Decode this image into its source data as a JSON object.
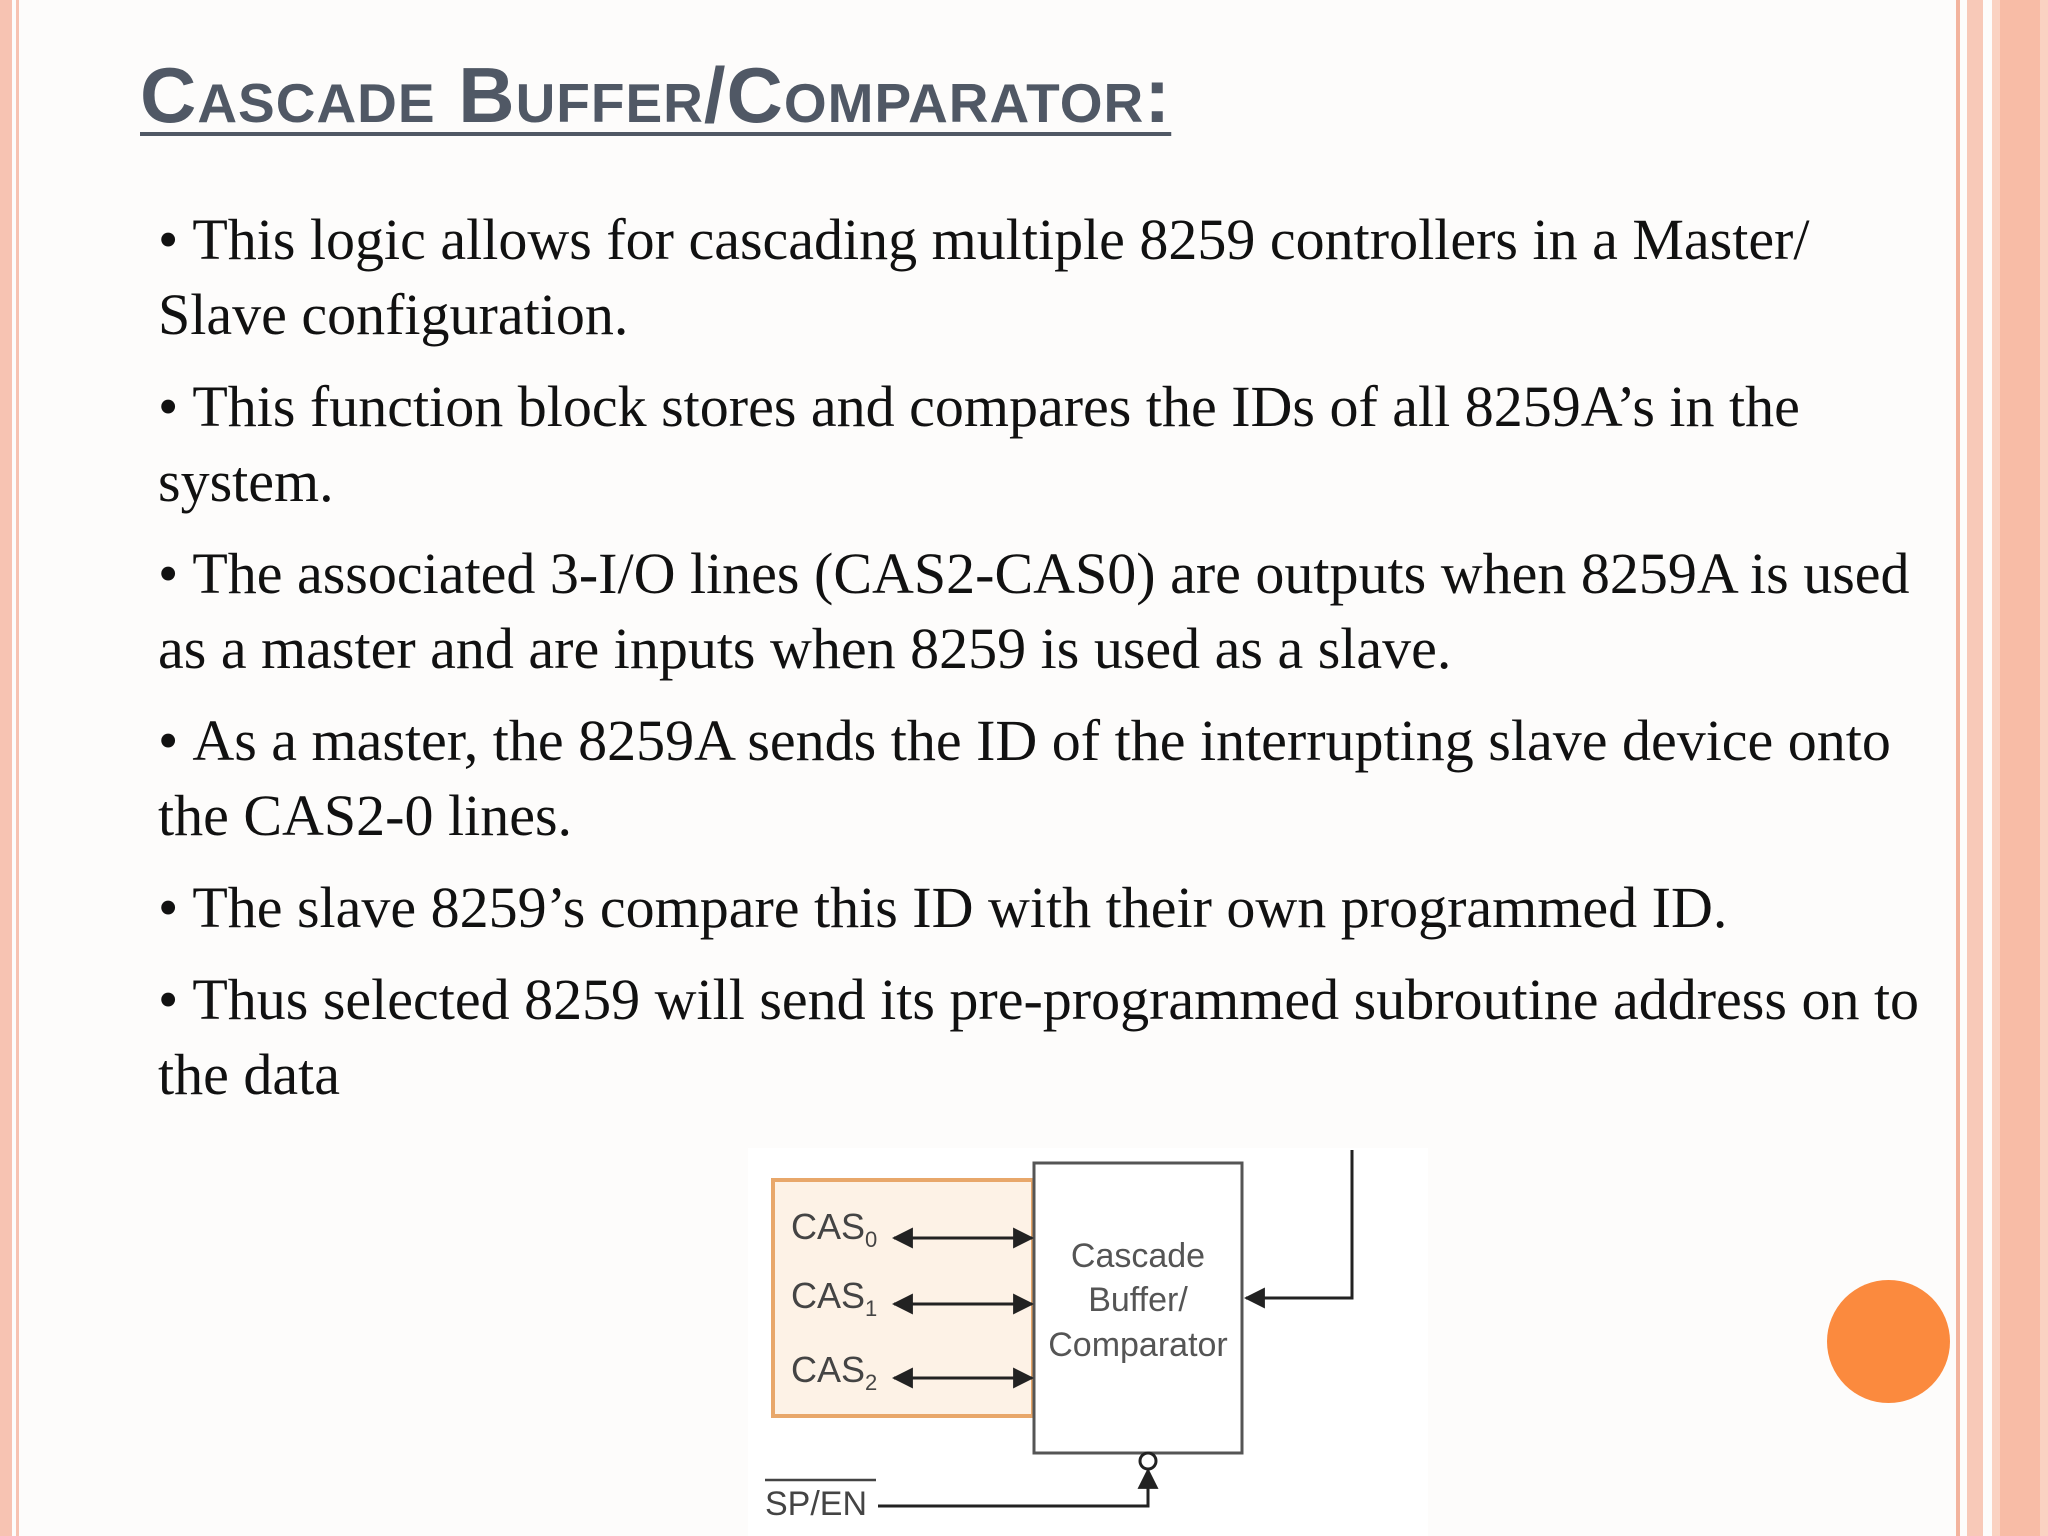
{
  "title": "Cascade Buffer/Comparator:",
  "bullets": [
    "This logic allows for cascading multiple 8259 controllers in a Master/ Slave configuration.",
    "This function block stores and compares the IDs of all 8259A’s in the system.",
    "The associated 3-I/O lines (CAS2-CAS0) are outputs when 8259A is used as a master and are inputs when 8259 is used as a slave.",
    "As a master, the 8259A sends the ID of the interrupting slave device onto the CAS2-0 lines.",
    "The slave 8259’s compare this ID with their own programmed ID.",
    "Thus selected 8259 will send its pre-programmed subroutine address on to the data"
  ],
  "diagram": {
    "block_label_lines": [
      "Cascade",
      "Buffer/",
      "Comparator"
    ],
    "cas_base": "CAS",
    "cas_lines": [
      {
        "sub": "0"
      },
      {
        "sub": "1"
      },
      {
        "sub": "2"
      }
    ],
    "sp_en_label": "SP/EN",
    "colors": {
      "cas_box_border": "#e8a76a",
      "cas_box_fill": "#fdf2e6"
    }
  },
  "colors": {
    "title": "#505865",
    "accent_dot": "#fb8a3e",
    "border": "#f7c3b2"
  }
}
